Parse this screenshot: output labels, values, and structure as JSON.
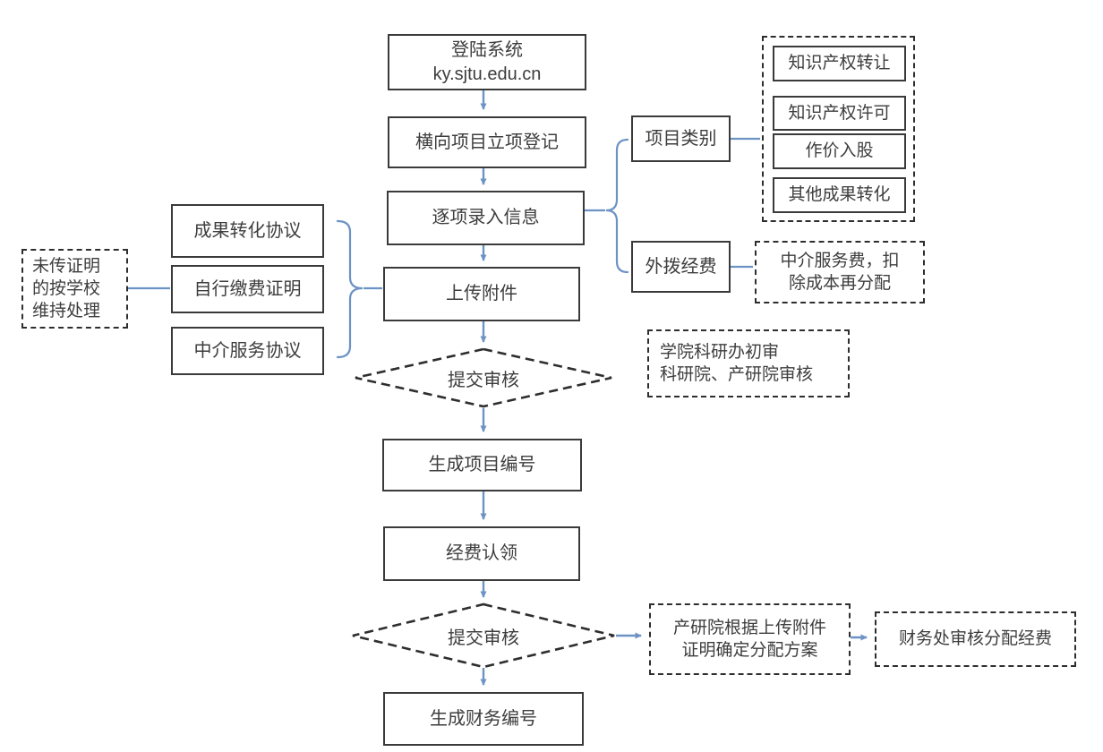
{
  "flow": {
    "login_line1": "登陆系统",
    "login_line2": "ky.sjtu.edu.cn",
    "register": "横向项目立项登记",
    "input_info": "逐项录入信息",
    "upload": "上传附件",
    "review1": "提交审核",
    "project_number": "生成项目编号",
    "funding_claim": "经费认领",
    "review2": "提交审核",
    "finance_number": "生成财务编号"
  },
  "left_branch": {
    "note_lines": [
      "未传证明",
      "的按学校",
      "维持处理"
    ],
    "attachments": [
      "成果转化协议",
      "自行缴费证明",
      "中介服务协议"
    ]
  },
  "right_branch": {
    "category_label": "项目类别",
    "categories": [
      "知识产权转让",
      "知识产权许可",
      "作价入股",
      "其他成果转化"
    ],
    "outsource_label": "外拨经费",
    "outsource_note_lines": [
      "中介服务费，扣",
      "除成本再分配"
    ],
    "review_note_lines": [
      "学院科研办初审",
      "科研院、产研院审核"
    ],
    "distribution_note_lines": [
      "产研院根据上传附件",
      "证明确定分配方案"
    ],
    "finance_review_note": "财务处审核分配经费"
  },
  "colors": {
    "arrow_blue": "#6d93c4",
    "border_dark": "#3a3a3a",
    "text": "#3d3d3d"
  }
}
